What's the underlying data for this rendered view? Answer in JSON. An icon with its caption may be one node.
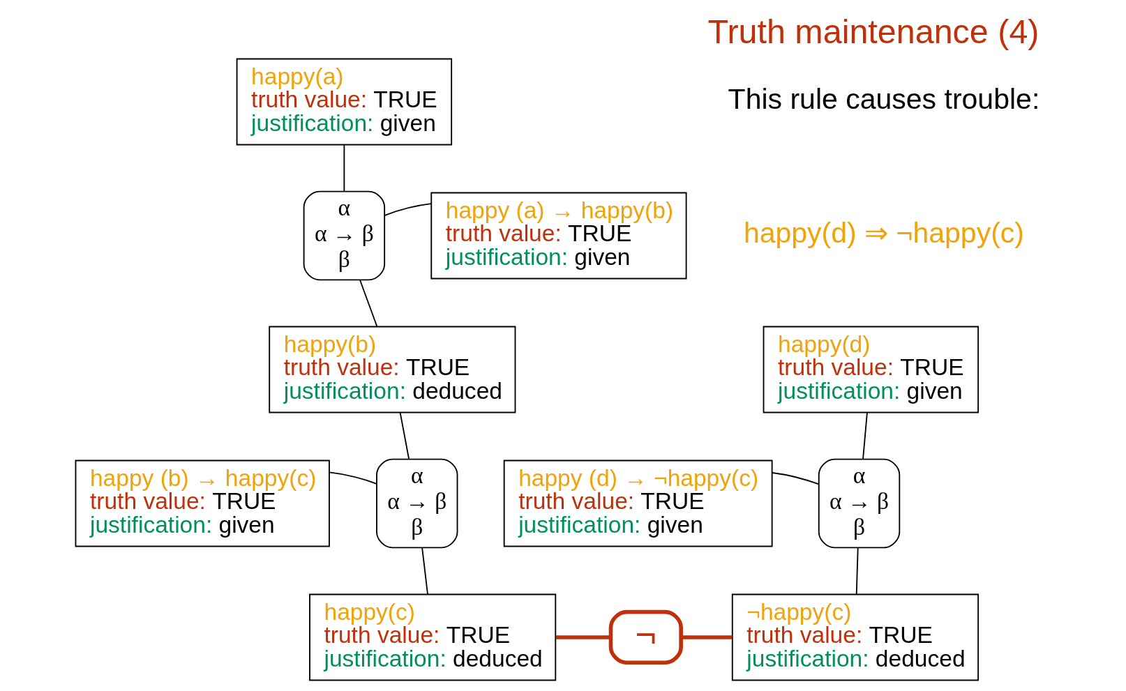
{
  "diagram": {
    "title": "Truth maintenance (4)",
    "nodes": [
      {
        "text": [
          "happy(a)",
          "truth value: TRUE",
          "justification: given"
        ]
      },
      {
        "text": [
          "happy (a) → happy(b)",
          "truth value: TRUE",
          "justification: given"
        ]
      },
      {
        "text": [
          "α",
          "α → β",
          "β"
        ]
      },
      {
        "text": [
          "happy(b)",
          "truth value: TRUE",
          "justification: deduced"
        ]
      },
      {
        "text": [
          "happy (b) → happy(c)",
          "truth value: TRUE",
          "justification: given"
        ]
      },
      {
        "text": [
          "α",
          "α → β",
          "β"
        ]
      },
      {
        "text": [
          "happy(d)",
          "truth value: TRUE",
          "justification: given"
        ]
      },
      {
        "text": [
          "happy (d) → ¬happy(c)",
          "truth value: TRUE",
          "justification: given"
        ]
      },
      {
        "text": [
          "α",
          "α → β",
          "β"
        ]
      },
      {
        "text": [
          "happy(c)",
          "truth value: TRUE",
          "justification: deduced"
        ]
      },
      {
        "text": [
          "¬"
        ]
      },
      {
        "text": [
          "¬happy(c)",
          "truth value: TRUE",
          "justification: deduced"
        ]
      }
    ],
    "edges": [
      {
        "from": 0,
        "to": 2,
        "arrow": "none"
      },
      {
        "from": 1,
        "to": 2,
        "arrow": "none"
      },
      {
        "from": 2,
        "to": 3,
        "arrow": "none"
      },
      {
        "from": 3,
        "to": 5,
        "arrow": "none"
      },
      {
        "from": 4,
        "to": 5,
        "arrow": "none"
      },
      {
        "from": 5,
        "to": 9,
        "arrow": "none"
      },
      {
        "from": 6,
        "to": 8,
        "arrow": "none"
      },
      {
        "from": 7,
        "to": 8,
        "arrow": "none"
      },
      {
        "from": 8,
        "to": 11,
        "arrow": "none"
      },
      {
        "from": 9,
        "to": 10,
        "arrow": "none",
        "style": "thick",
        "color": "#c0300a"
      },
      {
        "from": 10,
        "to": 11,
        "arrow": "none",
        "style": "thick",
        "color": "#c0300a"
      }
    ],
    "labels": [
      "This rule causes trouble:",
      "happy(d) ⇒ ¬happy(c)"
    ]
  }
}
